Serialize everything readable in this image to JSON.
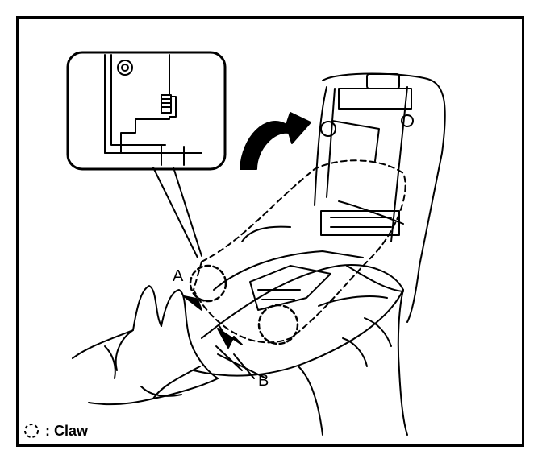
{
  "labels": {
    "point_a": "A",
    "point_b": "B"
  },
  "legend": {
    "symbol": "dashed-circle",
    "text": ": Claw"
  },
  "colors": {
    "line": "#000000",
    "background": "#ffffff"
  }
}
